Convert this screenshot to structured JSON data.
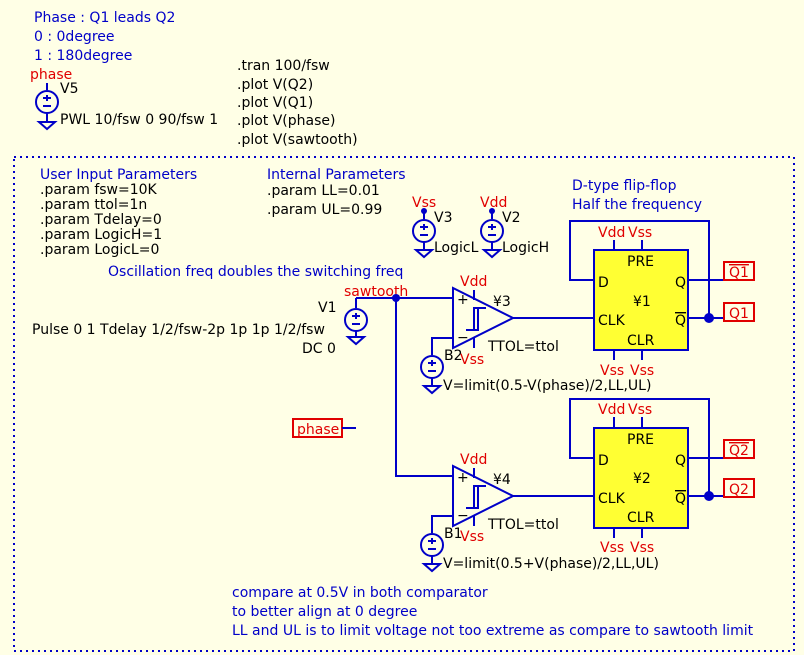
{
  "phase_note": [
    "Phase : Q1 leads Q2",
    "0 : 0degree",
    "1 : 180degree"
  ],
  "v5": {
    "net": "phase",
    "name": "V5",
    "value": "PWL 10/fsw 0 90/fsw 1"
  },
  "directives": [
    ".tran 100/fsw",
    ".plot V(Q2)",
    ".plot V(Q1)",
    ".plot V(phase)",
    ".plot V(sawtooth)"
  ],
  "user_params": {
    "title": "User Input Parameters",
    "lines": [
      ".param fsw=10K",
      ".param ttol=1n",
      ".param Tdelay=0",
      ".param LogicH=1",
      ".param LogicL=0"
    ]
  },
  "internal_params": {
    "title": "Internal Parameters",
    "lines": [
      ".param LL=0.01",
      ".param UL=0.99"
    ]
  },
  "ff_note": [
    "D-type flip-flop",
    "Half the frequency"
  ],
  "osc_note": "Oscillation freq doubles the switching freq",
  "v3": {
    "net": "Vss",
    "name": "V3",
    "value": "LogicL"
  },
  "v2": {
    "net": "Vdd",
    "name": "V2",
    "value": "LogicH"
  },
  "v1": {
    "name": "V1",
    "net": "sawtooth",
    "value": "Pulse 0 1 Tdelay 1/2/fsw-2p 1p 1p 1/2/fsw",
    "dc": "DC 0"
  },
  "u3": {
    "name": "¥3",
    "vdd": "Vdd",
    "vss": "Vss",
    "ttol": "TTOL=ttol"
  },
  "u4": {
    "name": "¥4",
    "vdd": "Vdd",
    "vss": "Vss",
    "ttol": "TTOL=ttol"
  },
  "b2": {
    "name": "B2",
    "expr": "V=limit(0.5-V(phase)/2,LL,UL)"
  },
  "b1": {
    "name": "B1",
    "expr": "V=limit(0.5+V(phase)/2,LL,UL)"
  },
  "ff1": {
    "name": "¥1",
    "pre": "PRE",
    "clr": "CLR",
    "d": "D",
    "q": "Q",
    "qb": "Q",
    "clk": "CLK",
    "vdd": "Vdd",
    "vss": "Vss",
    "out_qb": "Q1",
    "out_q": "Q1"
  },
  "ff2": {
    "name": "¥2",
    "pre": "PRE",
    "clr": "CLR",
    "d": "D",
    "q": "Q",
    "qb": "Q",
    "clk": "CLK",
    "vdd": "Vdd",
    "vss": "Vss",
    "out_qb": "Q2",
    "out_q": "Q2"
  },
  "phase_label": "phase",
  "bottom_note": [
    "compare at 0.5V in both comparator",
    "to better align at 0 degree",
    "LL and UL is to limit voltage not too extreme as compare to sawtooth limit"
  ],
  "colors": {
    "wire": "#0000c8",
    "net_label": "#e00000",
    "flipflop_fill": "#ffff33",
    "background": "#ffffe6"
  }
}
